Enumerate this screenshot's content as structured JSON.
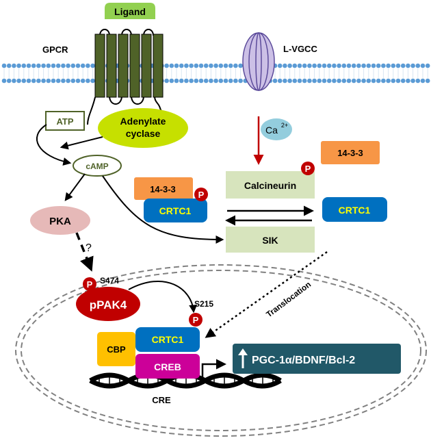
{
  "labels": {
    "ligand": "Ligand",
    "gpcr": "GPCR",
    "lvgcc": "L-VGCC",
    "atp": "ATP",
    "adenylate_cyclase_line1": "Adenylate",
    "adenylate_cyclase_line2": "cyclase",
    "camp": "cAMP",
    "pka": "PKA",
    "question": "?",
    "ca": "Ca",
    "ca_superscript": "2+",
    "fourteen_three_three_left": "14-3-3",
    "fourteen_three_three_right": "14-3-3",
    "crtc1_left": "CRTC1",
    "crtc1_right": "CRTC1",
    "crtc1_nucleus": "CRTC1",
    "calcineurin": "Calcineurin",
    "sik": "SIK",
    "p_symbol": "P",
    "s474": "S474",
    "s215": "S215",
    "ppak4": "pPAK4",
    "translocation": "Translocation",
    "cbp": "CBP",
    "creb": "CREB",
    "cre": "CRE",
    "targets": "PGC-1α/BDNF/Bcl-2",
    "up_arrow": "↑"
  },
  "colors": {
    "membrane_bead": "#5b9bd5",
    "gpcr_helix": "#4f6228",
    "ligand_fill": "#92d050",
    "atp_border": "#4f6228",
    "adenylate_fill": "#c6e000",
    "camp_border": "#4f6228",
    "channel_fill": "#ccc0e6",
    "channel_stroke": "#5b4a9a",
    "ca_fill": "#93cddd",
    "ca_arrow": "#c00000",
    "pka_fill": "#e6b9b8",
    "fourteen_three_three_fill": "#f79646",
    "crtc1_fill": "#0070c0",
    "crtc1_text": "#ffff00",
    "calcineurin_fill": "#d7e4bd",
    "phospho_fill": "#c00000",
    "ppak4_fill": "#c00000",
    "cbp_fill": "#ffc000",
    "creb_fill": "#cc0099",
    "target_fill": "#215868",
    "nucleus_stroke": "#808080"
  },
  "icons": {
    "phospho": "phospho-circle-icon",
    "up_arrow": "up-arrow-icon"
  }
}
